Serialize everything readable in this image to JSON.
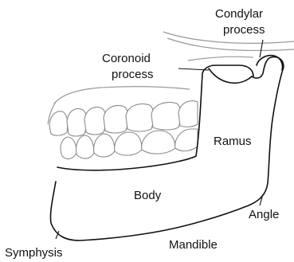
{
  "labels": {
    "condylar_line1": "Condylar",
    "condylar_line2": "process",
    "coronoid_line1": "Coronoid",
    "coronoid_line2": "process",
    "ramus": "Ramus",
    "body": "Body",
    "angle": "Angle",
    "symphysis": "Symphysis",
    "mandible": "Mandible"
  },
  "colors": {
    "outline": "#111111",
    "skull_faint": "#9a9a9a",
    "teeth": "#8c8c8c"
  }
}
